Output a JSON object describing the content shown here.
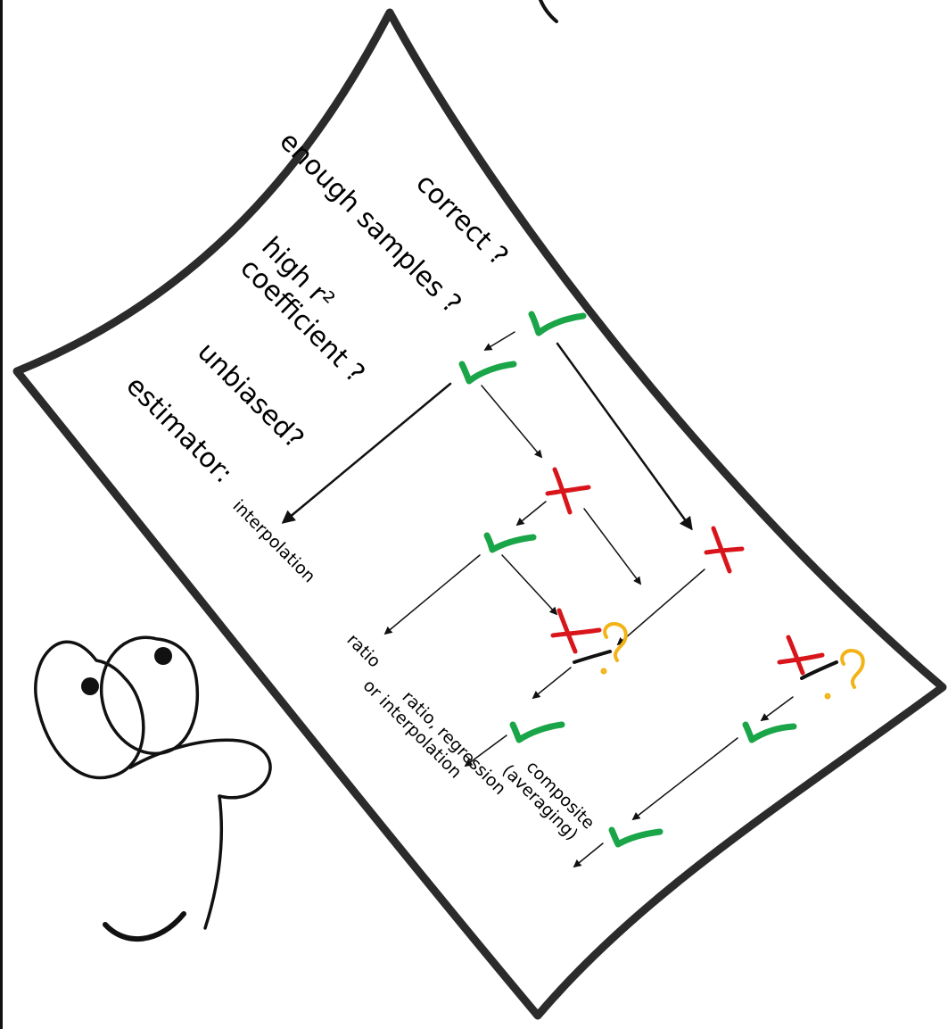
{
  "questions": {
    "correct": "correct ?",
    "enough_samples": "enough samples ?",
    "high_r2_line1": "high r²",
    "high_r2_line2": "coefficient ?",
    "unbiased": "unbiased?",
    "estimator": "estimator:"
  },
  "estimators": {
    "interpolation": "interpolation",
    "ratio": "ratio",
    "ratio_regression_line1": "ratio, regression",
    "ratio_regression_line2": "or interpolation",
    "composite_line1": "composite",
    "composite_line2": "(averaging)"
  },
  "symbols": {
    "question_mark": "?"
  },
  "colors": {
    "check": "#1aa548",
    "cross": "#d9151c",
    "maybe": "#f2b316",
    "ink": "#111111"
  }
}
